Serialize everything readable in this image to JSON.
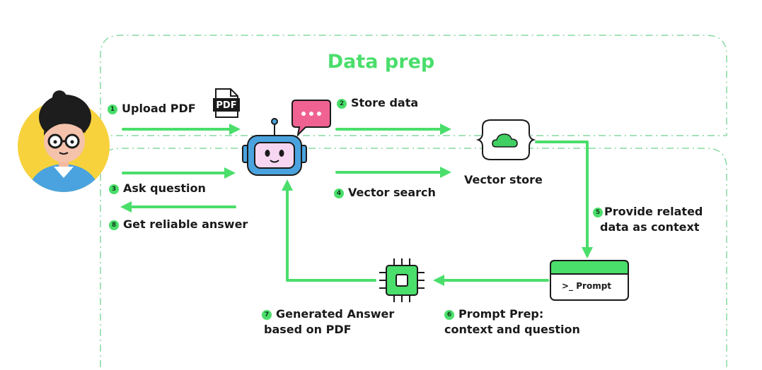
{
  "title": "Data prep",
  "colors": {
    "accent": "#4ade6b",
    "dash": "#86d9a0",
    "dark": "#1a1a1a"
  },
  "icons": [
    "user-avatar-icon",
    "pdf-file-icon",
    "robot-icon",
    "chat-bubble-icon",
    "cloud-database-icon",
    "chip-icon",
    "terminal-window-icon"
  ],
  "pdf_label": "PDF",
  "steps": [
    {
      "num": "1",
      "text": "Upload PDF"
    },
    {
      "num": "2",
      "text": "Store data"
    },
    {
      "num": "3",
      "text": "Ask question"
    },
    {
      "num": "4",
      "text": "Vector search"
    },
    {
      "num": "5",
      "line1": "Provide related",
      "line2": "data as context"
    },
    {
      "num": "6",
      "line1": "Prompt Prep:",
      "line2": "context and question"
    },
    {
      "num": "7",
      "line1": "Generated Answer",
      "line2": "based on PDF"
    },
    {
      "num": "8",
      "text": "Get reliable answer"
    }
  ],
  "vector_store_label": "Vector store",
  "prompt_label": ">_ Prompt"
}
